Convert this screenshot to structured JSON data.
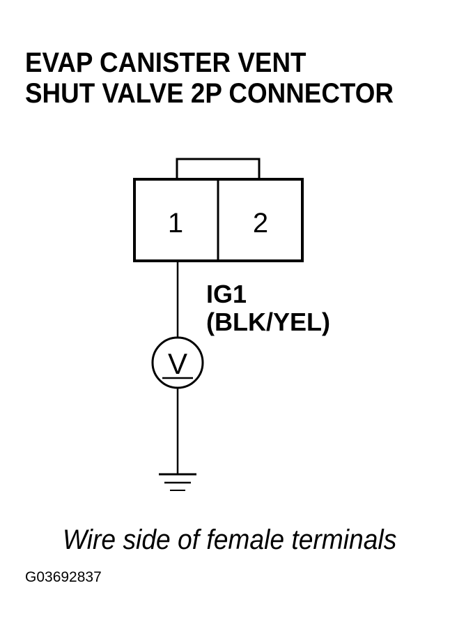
{
  "title": {
    "line1": "EVAP CANISTER VENT",
    "line2": "SHUT VALVE 2P CONNECTOR"
  },
  "connector": {
    "terminals": [
      "1",
      "2"
    ]
  },
  "wire": {
    "signal": "IG1",
    "color": "(BLK/YEL)"
  },
  "meter": {
    "symbol": "V"
  },
  "caption": "Wire side of female terminals",
  "figure_id": "G03692837"
}
